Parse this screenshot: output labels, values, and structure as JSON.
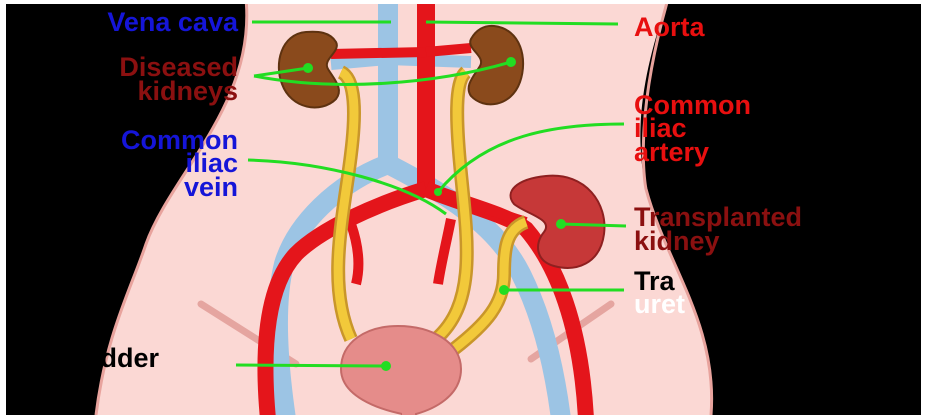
{
  "labels": {
    "vena_cava": "Vena cava",
    "aorta": "Aorta",
    "diseased_kidneys_line1": "Diseased",
    "diseased_kidneys_line2": "kidneys",
    "common_iliac_artery_line1": "Common",
    "common_iliac_artery_line2": "iliac",
    "common_iliac_artery_line3": "artery",
    "common_iliac_vein_line1": "Common",
    "common_iliac_vein_line2": "iliac",
    "common_iliac_vein_line3": "vein",
    "transplanted_kidney_line1": "Transplanted",
    "transplanted_kidney_line2": "kidney",
    "transplanted_ureter_line1": "Tra",
    "transplanted_ureter_line2": "uret",
    "bladder": "ladder"
  },
  "colors": {
    "background": "#000000",
    "body_skin": "#fbd8d4",
    "body_outline": "#e8a39d",
    "artery": "#e4151b",
    "vein": "#9cc4e4",
    "ureter": "#f2c93a",
    "ureter_outline": "#c9962a",
    "diseased_kidney": "#8a4a1c",
    "transplanted_kidney": "#c63838",
    "bladder": "#e58c8a",
    "leader_line": "#22dd22",
    "label_blue": "#1515d8",
    "label_darkred": "#8b1010",
    "label_red": "#e80f0f",
    "label_black": "#000000",
    "label_white": "#ffffff"
  }
}
